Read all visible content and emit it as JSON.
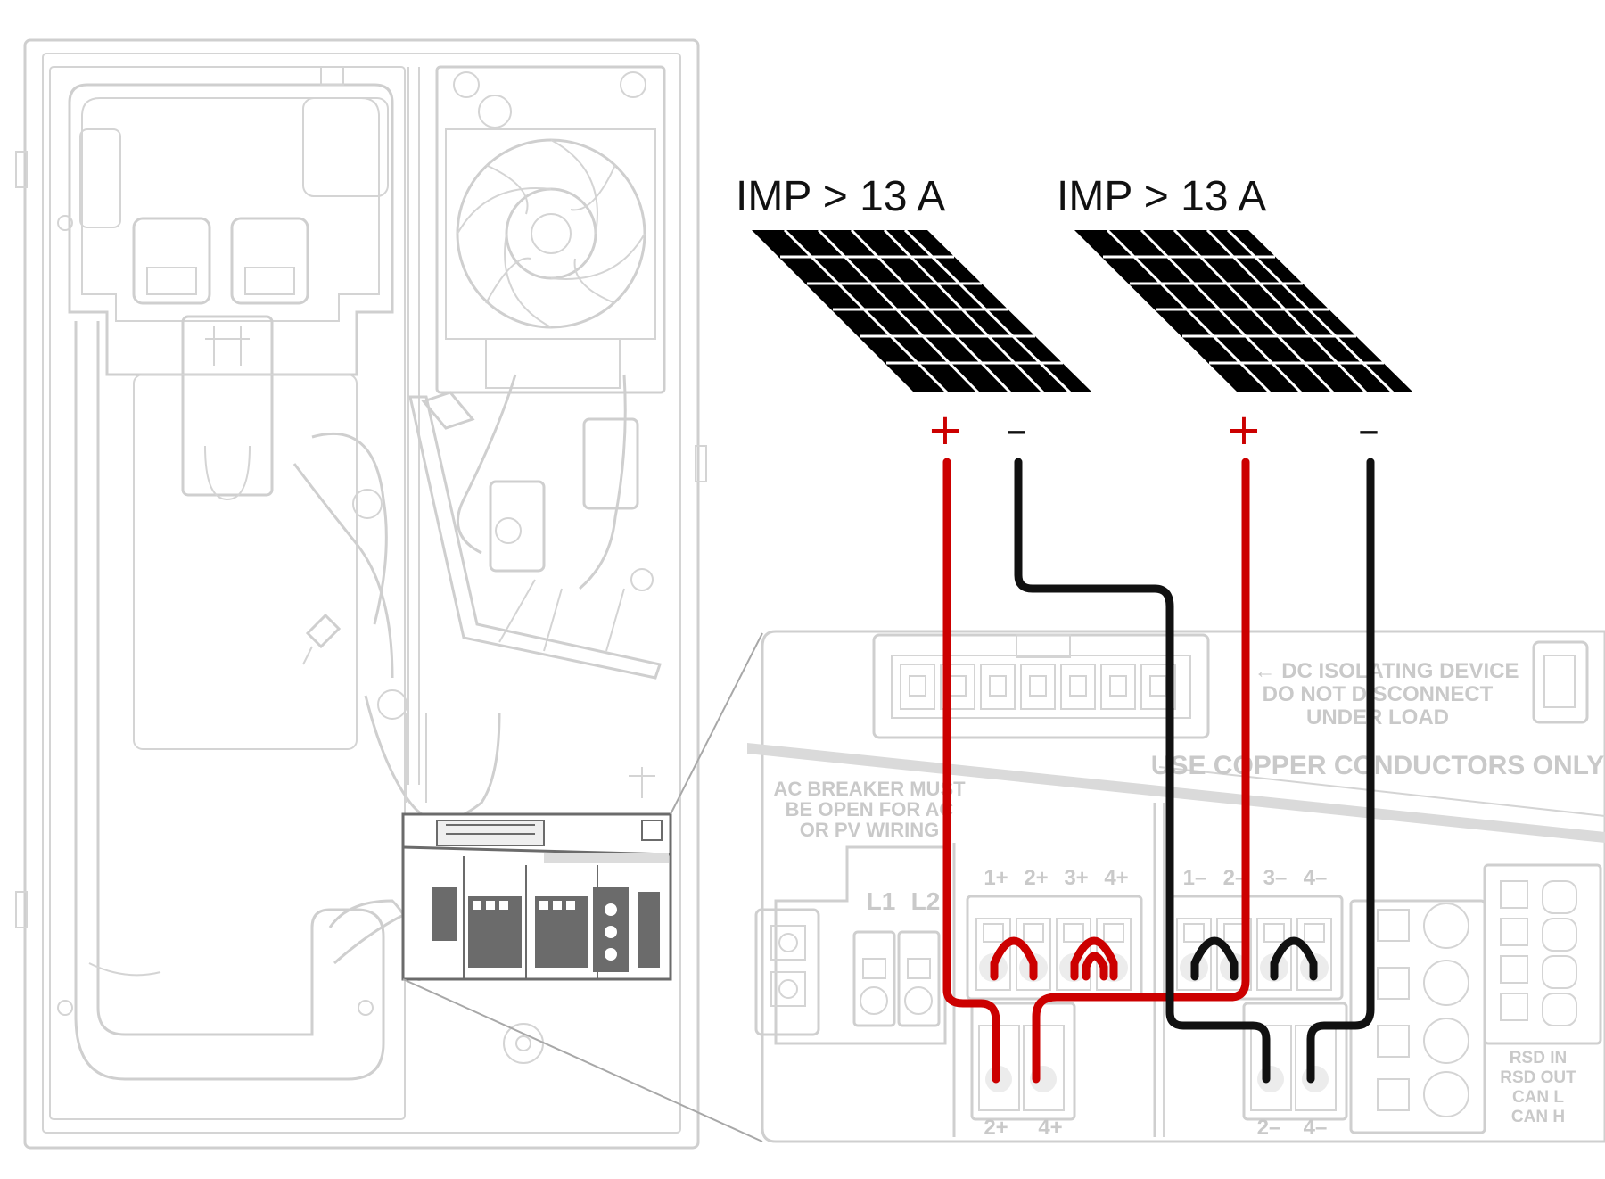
{
  "colors": {
    "positive": "#cc0000",
    "negative": "#111111",
    "ghost": "#cfcfcf"
  },
  "panels": [
    {
      "label": "IMP > 13 A",
      "plus": "+",
      "minus": "–"
    },
    {
      "label": "IMP > 13 A",
      "plus": "+",
      "minus": "–"
    }
  ],
  "notices": {
    "dc_isolating_1": "← DC ISOLATING DEVICE",
    "dc_isolating_2": "DO NOT DISCONNECT",
    "dc_isolating_3": "UNDER LOAD",
    "copper": "USE COPPER CONDUCTORS ONLY",
    "ac_breaker_1": "AC BREAKER MUST",
    "ac_breaker_2": "BE OPEN FOR AC",
    "ac_breaker_3": "OR PV WIRING"
  },
  "ac_terminals": {
    "l1": "L1",
    "l2": "L2"
  },
  "pv_positive_labels": [
    "1+",
    "2+",
    "3+",
    "4+"
  ],
  "pv_negative_labels": [
    "1–",
    "2–",
    "3–",
    "4–"
  ],
  "bottom_positive_labels": [
    "2+",
    "4+"
  ],
  "bottom_negative_labels": [
    "2–",
    "4–"
  ],
  "signal_labels": [
    "RSD IN",
    "RSD OUT",
    "CAN L",
    "CAN H"
  ]
}
